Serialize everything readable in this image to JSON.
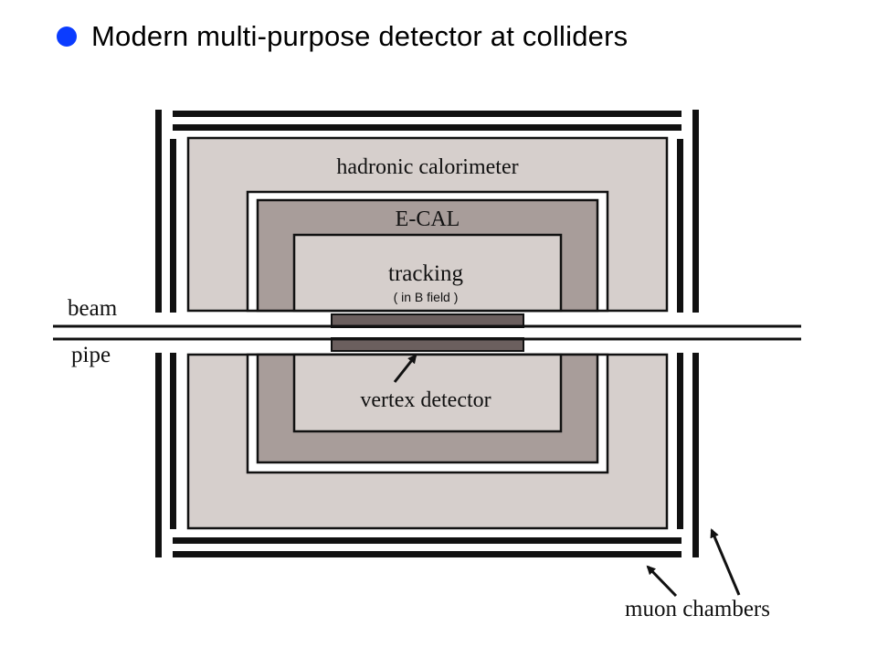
{
  "slide": {
    "title": "Modern multi-purpose detector at colliders"
  },
  "diagram": {
    "labels": {
      "hadronic": "hadronic calorimeter",
      "ecal": "E-CAL",
      "tracking": "tracking",
      "tracking_sub": "( in B field )",
      "vertex": "vertex detector",
      "beam": "beam",
      "pipe": "pipe",
      "muon": "muon chambers"
    },
    "colors": {
      "bullet": "#0b3cff",
      "hcal_fill": "#d6cfcc",
      "ecal_fill": "#a89d9a",
      "tracking_fill": "#d6cfcc",
      "vertex_fill": "#6b5f5e",
      "line": "#111111"
    }
  }
}
